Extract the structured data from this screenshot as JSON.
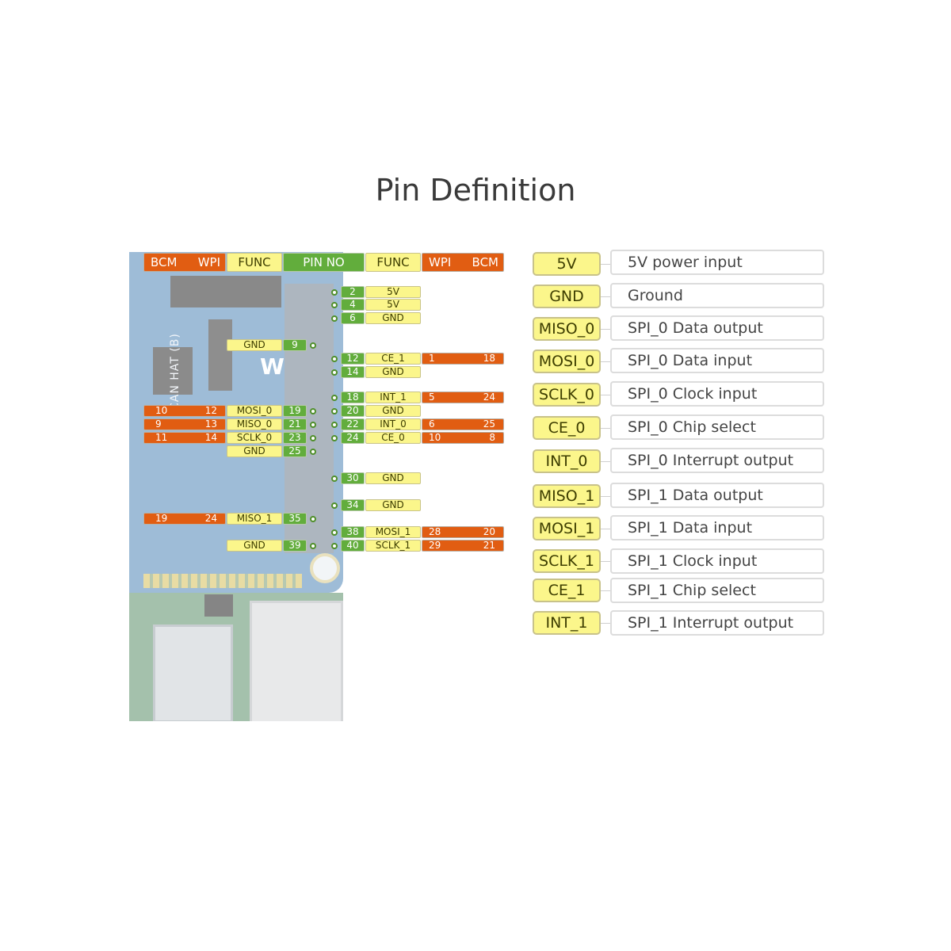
{
  "title": "Pin Definition",
  "board": {
    "label": "CAN HAT (B)"
  },
  "header_row": {
    "left_bcm": "BCM",
    "left_wpi": "WPI",
    "left_func": "FUNC",
    "pin_no": "PIN NO",
    "right_func": "FUNC",
    "right_wpi": "WPI",
    "right_bcm": "BCM"
  },
  "left_pins": [
    {
      "pin": "9",
      "func": "GND",
      "bcm": "",
      "wpi": ""
    },
    {
      "pin": "19",
      "func": "MOSI_0",
      "bcm": "10",
      "wpi": "12"
    },
    {
      "pin": "21",
      "func": "MISO_0",
      "bcm": "9",
      "wpi": "13"
    },
    {
      "pin": "23",
      "func": "SCLK_0",
      "bcm": "11",
      "wpi": "14"
    },
    {
      "pin": "25",
      "func": "GND",
      "bcm": "",
      "wpi": ""
    },
    {
      "pin": "35",
      "func": "MISO_1",
      "bcm": "19",
      "wpi": "24"
    },
    {
      "pin": "39",
      "func": "GND",
      "bcm": "",
      "wpi": ""
    }
  ],
  "right_pins": [
    {
      "pin": "2",
      "func": "5V",
      "wpi": "",
      "bcm": ""
    },
    {
      "pin": "4",
      "func": "5V",
      "wpi": "",
      "bcm": ""
    },
    {
      "pin": "6",
      "func": "GND",
      "wpi": "",
      "bcm": ""
    },
    {
      "pin": "12",
      "func": "CE_1",
      "wpi": "1",
      "bcm": "18"
    },
    {
      "pin": "14",
      "func": "GND",
      "wpi": "",
      "bcm": ""
    },
    {
      "pin": "18",
      "func": "INT_1",
      "wpi": "5",
      "bcm": "24"
    },
    {
      "pin": "20",
      "func": "GND",
      "wpi": "",
      "bcm": ""
    },
    {
      "pin": "22",
      "func": "INT_0",
      "wpi": "6",
      "bcm": "25"
    },
    {
      "pin": "24",
      "func": "CE_0",
      "wpi": "10",
      "bcm": "8"
    },
    {
      "pin": "30",
      "func": "GND",
      "wpi": "",
      "bcm": ""
    },
    {
      "pin": "34",
      "func": "GND",
      "wpi": "",
      "bcm": ""
    },
    {
      "pin": "38",
      "func": "MOSI_1",
      "wpi": "28",
      "bcm": "20"
    },
    {
      "pin": "40",
      "func": "SCLK_1",
      "wpi": "29",
      "bcm": "21"
    }
  ],
  "legend": [
    {
      "tag": "5V",
      "desc": "5V power input"
    },
    {
      "tag": "GND",
      "desc": "Ground"
    },
    {
      "tag": "MISO_0",
      "desc": "SPI_0 Data output"
    },
    {
      "tag": "MOSI_0",
      "desc": "SPI_0 Data input"
    },
    {
      "tag": "SCLK_0",
      "desc": "SPI_0 Clock input"
    },
    {
      "tag": "CE_0",
      "desc": "SPI_0 Chip select"
    },
    {
      "tag": "INT_0",
      "desc": "SPI_0 Interrupt output"
    },
    {
      "tag": "MISO_1",
      "desc": "SPI_1 Data output"
    },
    {
      "tag": "MOSI_1",
      "desc": "SPI_1 Data input"
    },
    {
      "tag": "SCLK_1",
      "desc": "SPI_1 Clock input"
    },
    {
      "tag": "CE_1",
      "desc": "SPI_1 Chip select"
    },
    {
      "tag": "INT_1",
      "desc": "SPI_1 Interrupt output"
    }
  ],
  "colors": {
    "bcm_wpi": "#e15d12",
    "func": "#fbf68b",
    "pin_no": "#62ad3c"
  }
}
